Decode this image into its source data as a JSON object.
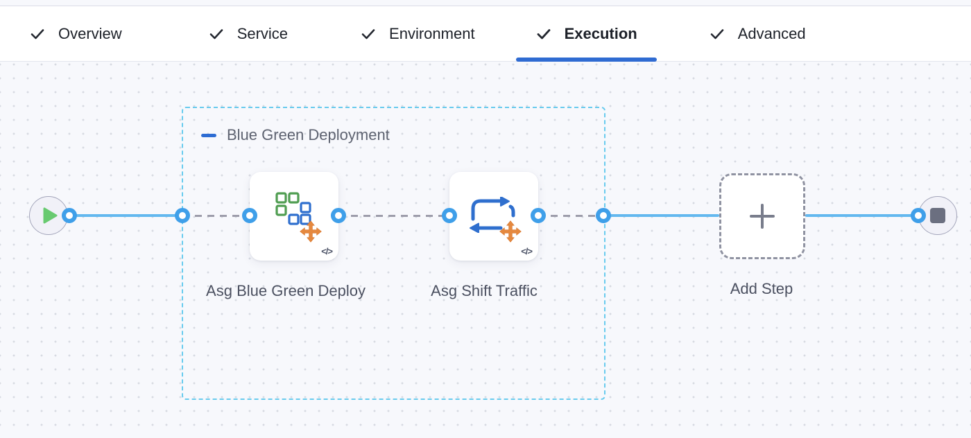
{
  "header": {
    "tabs": [
      {
        "label": "Overview",
        "state": "completed"
      },
      {
        "label": "Service",
        "state": "completed"
      },
      {
        "label": "Environment",
        "state": "completed"
      },
      {
        "label": "Execution",
        "state": "active"
      },
      {
        "label": "Advanced",
        "state": "completed"
      }
    ]
  },
  "canvas": {
    "group": {
      "title": "Blue Green Deployment"
    },
    "nodes": {
      "start": {
        "icon": "play"
      },
      "steps": [
        {
          "label": "Asg Blue Green Deploy",
          "icon": "asg-blue-green-deploy",
          "code_badge": "</>"
        },
        {
          "label": "Asg Shift Traffic",
          "icon": "asg-shift-traffic",
          "code_badge": "</>"
        }
      ],
      "add_step": {
        "label": "Add Step",
        "icon": "plus"
      },
      "end": {
        "icon": "stop"
      }
    }
  },
  "colors": {
    "accent_blue": "#2F6BD2",
    "link_blue": "#63B8EF",
    "port_blue": "#3F9FE9",
    "group_border_blue": "#68CBEE",
    "icon_orange": "#E5883E",
    "icon_green": "#4F9D51",
    "icon_blue": "#2F6FCE",
    "play_green": "#68CA70",
    "canvas_bg": "#F7F8FC"
  }
}
